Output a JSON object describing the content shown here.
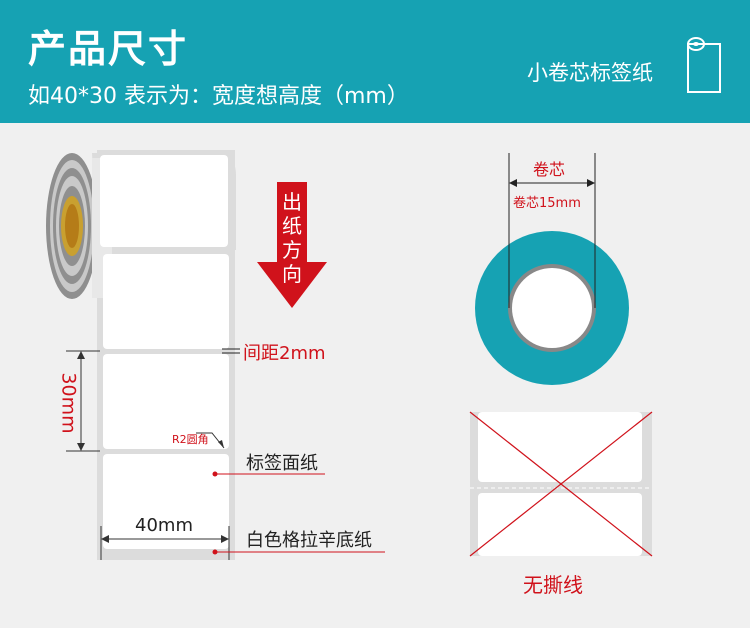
{
  "header": {
    "title": "产品尺寸",
    "subtitle": "如40*30 表示为：宽度想高度（mm）",
    "tag": "小卷芯标签纸",
    "icon": "paper-roll-icon",
    "bg_color": "#16a2b3"
  },
  "roll_diagram": {
    "feed_direction": "出纸方向",
    "gap_label": "间距2mm",
    "height_label": "30mm",
    "corner_label": "R2圆角",
    "face_paper_label": "标签面纸",
    "width_label": "40mm",
    "backing_label": "白色格拉辛底纸"
  },
  "core_diagram": {
    "core_title": "卷芯",
    "core_size": "卷芯15mm",
    "ring_color": "#16a2b3"
  },
  "tear_diagram": {
    "label": "无撕线"
  },
  "colors": {
    "accent_red": "#d0121b",
    "teal": "#16a2b3"
  }
}
